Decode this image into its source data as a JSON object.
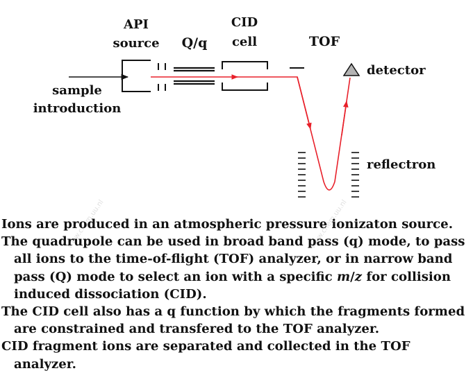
{
  "diagram": {
    "labels": {
      "api_source_line1": "API",
      "api_source_line2": "source",
      "quadrupole": "Q/q",
      "cid_cell_line1": "CID",
      "cid_cell_line2": "cell",
      "tof": "TOF",
      "detector": "detector",
      "sample_line1": "sample",
      "sample_line2": "introduction",
      "reflectron": "reflectron"
    },
    "colors": {
      "ion_path": "#e8202a",
      "detector_fill": "#b3b3b3",
      "line": "#111111"
    }
  },
  "caption": [
    "Ions are produced in an atmospheric pressure ionizaton source.",
    "The quadrupole can be used in broad band pass (q) mode, to pass all ions to the time-of-flight (TOF) analyzer, or in narrow band pass (Q) mode to select an ion with a specific <i>m</i>/<i>z</i> for collision induced dissociation (CID).",
    "The CID cell also has a q function by which the fragments formed are constrained and transfered to the TOF analyzer.",
    "CID fragment ions are separated and collected in the TOF analyzer."
  ],
  "watermarks": [
    "www.chem.uu.nl",
    "www.chem.uu.nl"
  ]
}
